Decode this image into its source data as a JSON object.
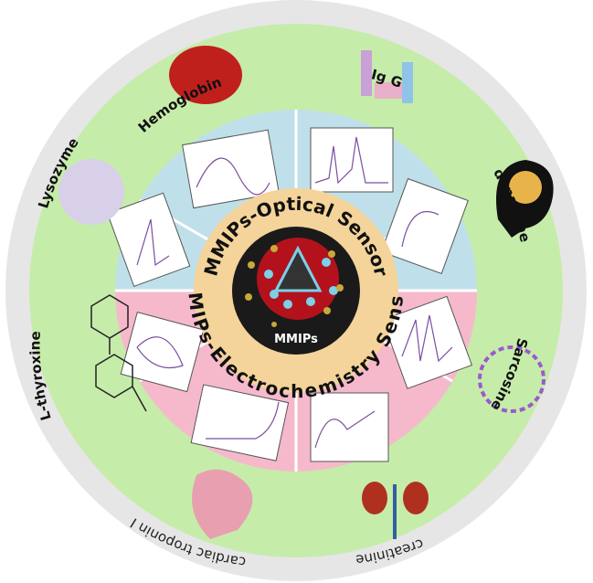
{
  "center": {
    "core_label": "MMIPs",
    "top_arc": "MMIPs-Optical Sensor",
    "bottom_arc": "MMIPs-Electrochemistry Sensor"
  },
  "targets": [
    {
      "name": "Hemoglobin"
    },
    {
      "name": "Ig G"
    },
    {
      "name": "dopamine"
    },
    {
      "name": "Sarcosine"
    },
    {
      "name": "creatinine"
    },
    {
      "name": "cardiac troponin I"
    },
    {
      "name": "L-thyroxine"
    },
    {
      "name": "Lysozyme"
    }
  ],
  "colors": {
    "outer_ring": "#e6e6e6",
    "green_ring": "#c6ecaa",
    "optical_sectors": "#bfe0ea",
    "electro_sectors": "#f6b9cc",
    "center_ring": "#f4d49a",
    "core": "#1a1a1a",
    "particle": "#b3121c"
  }
}
